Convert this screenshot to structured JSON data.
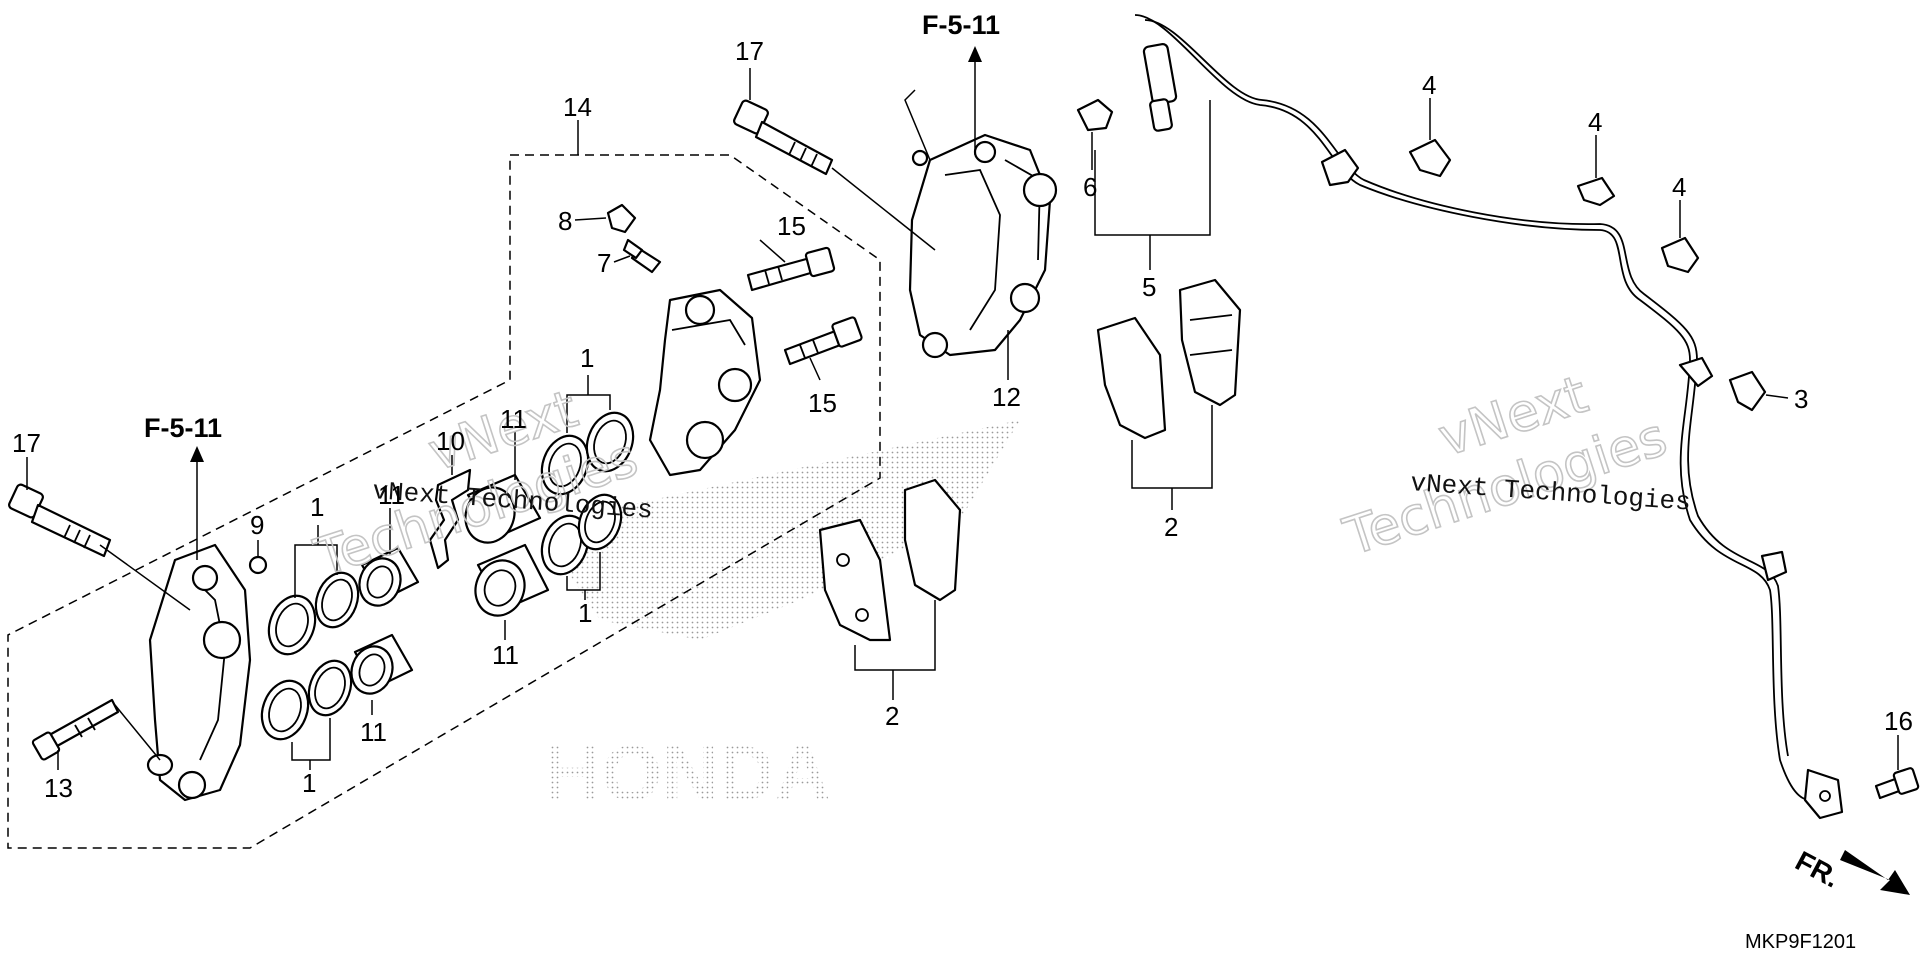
{
  "diagram": {
    "code": "MKP9F1201",
    "direction_label": "FR.",
    "watermark": {
      "outline_top": "vNext",
      "outline_bottom": "Technologies",
      "plain": "vNext Technologies"
    },
    "brand_logo": "HONDA",
    "references": [
      {
        "id": "ref-upper",
        "text": "F-5-11"
      },
      {
        "id": "ref-left",
        "text": "F-5-11"
      }
    ],
    "callouts": [
      {
        "id": "c1a",
        "text": "1"
      },
      {
        "id": "c1b",
        "text": "1"
      },
      {
        "id": "c1c",
        "text": "1"
      },
      {
        "id": "c1d",
        "text": "1"
      },
      {
        "id": "c2a",
        "text": "2"
      },
      {
        "id": "c2b",
        "text": "2"
      },
      {
        "id": "c3",
        "text": "3"
      },
      {
        "id": "c4a",
        "text": "4"
      },
      {
        "id": "c4b",
        "text": "4"
      },
      {
        "id": "c4c",
        "text": "4"
      },
      {
        "id": "c5",
        "text": "5"
      },
      {
        "id": "c6",
        "text": "6"
      },
      {
        "id": "c7",
        "text": "7"
      },
      {
        "id": "c8",
        "text": "8"
      },
      {
        "id": "c9",
        "text": "9"
      },
      {
        "id": "c10",
        "text": "10"
      },
      {
        "id": "c11a",
        "text": "11"
      },
      {
        "id": "c11b",
        "text": "11"
      },
      {
        "id": "c11c",
        "text": "11"
      },
      {
        "id": "c11d",
        "text": "11"
      },
      {
        "id": "c12",
        "text": "12"
      },
      {
        "id": "c13",
        "text": "13"
      },
      {
        "id": "c14",
        "text": "14"
      },
      {
        "id": "c15a",
        "text": "15"
      },
      {
        "id": "c15b",
        "text": "15"
      },
      {
        "id": "c16",
        "text": "16"
      },
      {
        "id": "c17a",
        "text": "17"
      },
      {
        "id": "c17b",
        "text": "17"
      }
    ]
  }
}
